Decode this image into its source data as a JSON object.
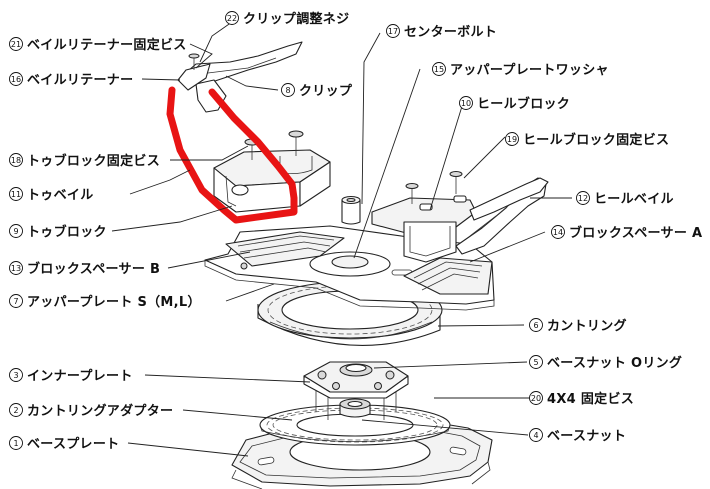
{
  "labels": [
    {
      "id": "bail-retainer-screw",
      "num": "21",
      "text": "ベイルリテーナー固定ビス"
    },
    {
      "id": "bail-retainer",
      "num": "16",
      "text": "ベイルリテーナー"
    },
    {
      "id": "toe-block-screw",
      "num": "18",
      "text": "トゥブロック固定ビス"
    },
    {
      "id": "toe-bail",
      "num": "11",
      "text": "トゥベイル"
    },
    {
      "id": "toe-block",
      "num": "9",
      "text": "トゥブロック"
    },
    {
      "id": "block-spacer-b",
      "num": "13",
      "text": "ブロックスペーサー B"
    },
    {
      "id": "upper-plate-s",
      "num": "7",
      "text": "アッパープレート S（M,L）"
    },
    {
      "id": "inner-plate",
      "num": "3",
      "text": "インナープレート"
    },
    {
      "id": "cant-ring-adapter",
      "num": "2",
      "text": "カントリングアダプター"
    },
    {
      "id": "base-plate",
      "num": "1",
      "text": "ベースプレート"
    },
    {
      "id": "clip-adjust-screw",
      "num": "22",
      "text": "クリップ調整ネジ"
    },
    {
      "id": "center-bolt",
      "num": "17",
      "text": "センターボルト"
    },
    {
      "id": "upper-plate-washer",
      "num": "15",
      "text": "アッパープレートワッシャ"
    },
    {
      "id": "clip",
      "num": "8",
      "text": "クリップ"
    },
    {
      "id": "heel-block",
      "num": "10",
      "text": "ヒールブロック"
    },
    {
      "id": "heel-block-screw",
      "num": "19",
      "text": "ヒールブロック固定ビス"
    },
    {
      "id": "heel-bail",
      "num": "12",
      "text": "ヒールベイル"
    },
    {
      "id": "block-spacer-a",
      "num": "14",
      "text": "ブロックスペーサー A"
    },
    {
      "id": "cant-ring",
      "num": "6",
      "text": "カントリング"
    },
    {
      "id": "base-nut-o-ring",
      "num": "5",
      "text": "ベースナット Oリング"
    },
    {
      "id": "fixing-screw-4x4",
      "num": "20",
      "text": "4X4 固定ビス"
    },
    {
      "id": "base-nut",
      "num": "4",
      "text": "ベースナット"
    }
  ],
  "highlight_color": "#e81414",
  "line_color": "#222222"
}
